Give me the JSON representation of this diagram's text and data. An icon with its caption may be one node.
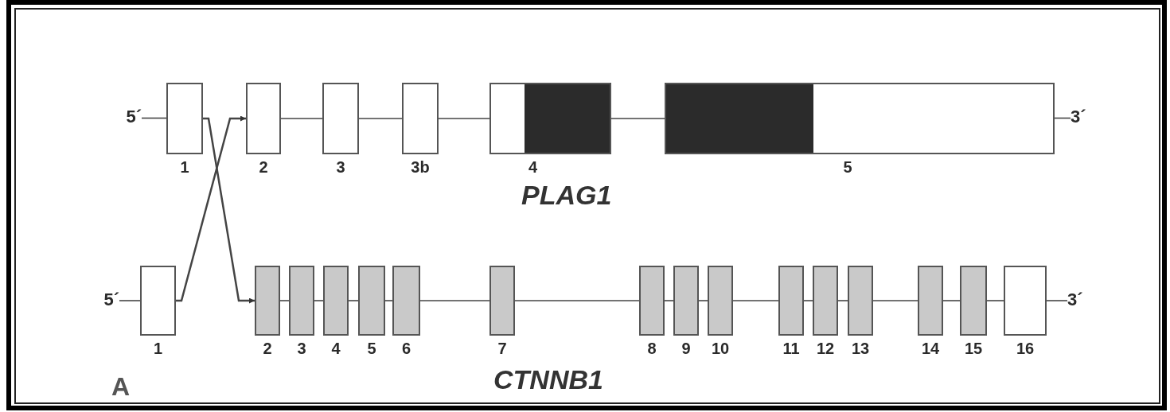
{
  "diagram": {
    "nodes": [
      {
        "text": [
          "5´"
        ]
      },
      {
        "text": [],
        "shape": "box",
        "beside": [
          "1"
        ]
      },
      {
        "text": [],
        "shape": "box",
        "beside": [
          "2"
        ]
      },
      {
        "text": [],
        "shape": "box",
        "beside": [
          "3"
        ]
      },
      {
        "text": [],
        "shape": "box",
        "beside": [
          "3b"
        ]
      },
      {
        "text": [],
        "shape": "box",
        "beside": [
          "4"
        ]
      },
      {
        "text": [],
        "shape": "box",
        "beside": [
          "5"
        ]
      },
      {
        "text": [
          "3´"
        ]
      },
      {
        "text": [
          "5´"
        ]
      },
      {
        "text": [],
        "shape": "box",
        "beside": [
          "1"
        ]
      },
      {
        "text": [],
        "shape": "box",
        "beside": [
          "2"
        ]
      },
      {
        "text": [],
        "shape": "box",
        "beside": [
          "3"
        ]
      },
      {
        "text": [],
        "shape": "box",
        "beside": [
          "4"
        ]
      },
      {
        "text": [],
        "shape": "box",
        "beside": [
          "5"
        ]
      },
      {
        "text": [],
        "shape": "box",
        "beside": [
          "6"
        ]
      },
      {
        "text": [],
        "shape": "box",
        "beside": [
          "7"
        ]
      },
      {
        "text": [],
        "shape": "box",
        "beside": [
          "8"
        ]
      },
      {
        "text": [],
        "shape": "box",
        "beside": [
          "9"
        ]
      },
      {
        "text": [],
        "shape": "box",
        "beside": [
          "10"
        ]
      },
      {
        "text": [],
        "shape": "box",
        "beside": [
          "11"
        ]
      },
      {
        "text": [],
        "shape": "box",
        "beside": [
          "12"
        ]
      },
      {
        "text": [],
        "shape": "box",
        "beside": [
          "13"
        ]
      },
      {
        "text": [],
        "shape": "box",
        "beside": [
          "14"
        ]
      },
      {
        "text": [],
        "shape": "box",
        "beside": [
          "15"
        ]
      },
      {
        "text": [],
        "shape": "box",
        "beside": [
          "16"
        ]
      },
      {
        "text": [
          "3´"
        ]
      }
    ],
    "edges": [
      {
        "from": 1,
        "to": 10,
        "arrow": "to"
      },
      {
        "from": 9,
        "to": 2,
        "arrow": "to"
      },
      {
        "from": 0,
        "to": 1,
        "arrow": "none"
      },
      {
        "from": 2,
        "to": 3,
        "arrow": "none"
      },
      {
        "from": 3,
        "to": 4,
        "arrow": "none"
      },
      {
        "from": 4,
        "to": 5,
        "arrow": "none"
      },
      {
        "from": 5,
        "to": 6,
        "arrow": "none"
      },
      {
        "from": 6,
        "to": 7,
        "arrow": "none"
      },
      {
        "from": 8,
        "to": 9,
        "arrow": "none"
      },
      {
        "from": 10,
        "to": 11,
        "arrow": "none"
      },
      {
        "from": 11,
        "to": 12,
        "arrow": "none"
      },
      {
        "from": 12,
        "to": 13,
        "arrow": "none"
      },
      {
        "from": 13,
        "to": 14,
        "arrow": "none"
      },
      {
        "from": 14,
        "to": 15,
        "arrow": "none"
      },
      {
        "from": 15,
        "to": 16,
        "arrow": "none"
      },
      {
        "from": 16,
        "to": 17,
        "arrow": "none"
      },
      {
        "from": 17,
        "to": 18,
        "arrow": "none"
      },
      {
        "from": 18,
        "to": 19,
        "arrow": "none"
      },
      {
        "from": 19,
        "to": 20,
        "arrow": "none"
      },
      {
        "from": 20,
        "to": 21,
        "arrow": "none"
      },
      {
        "from": 21,
        "to": 22,
        "arrow": "none"
      },
      {
        "from": 22,
        "to": 23,
        "arrow": "none"
      },
      {
        "from": 23,
        "to": 24,
        "arrow": "none"
      },
      {
        "from": 24,
        "to": 25,
        "arrow": "none"
      }
    ],
    "labels": [
      "PLAG1",
      "CTNNB1",
      "A"
    ]
  }
}
